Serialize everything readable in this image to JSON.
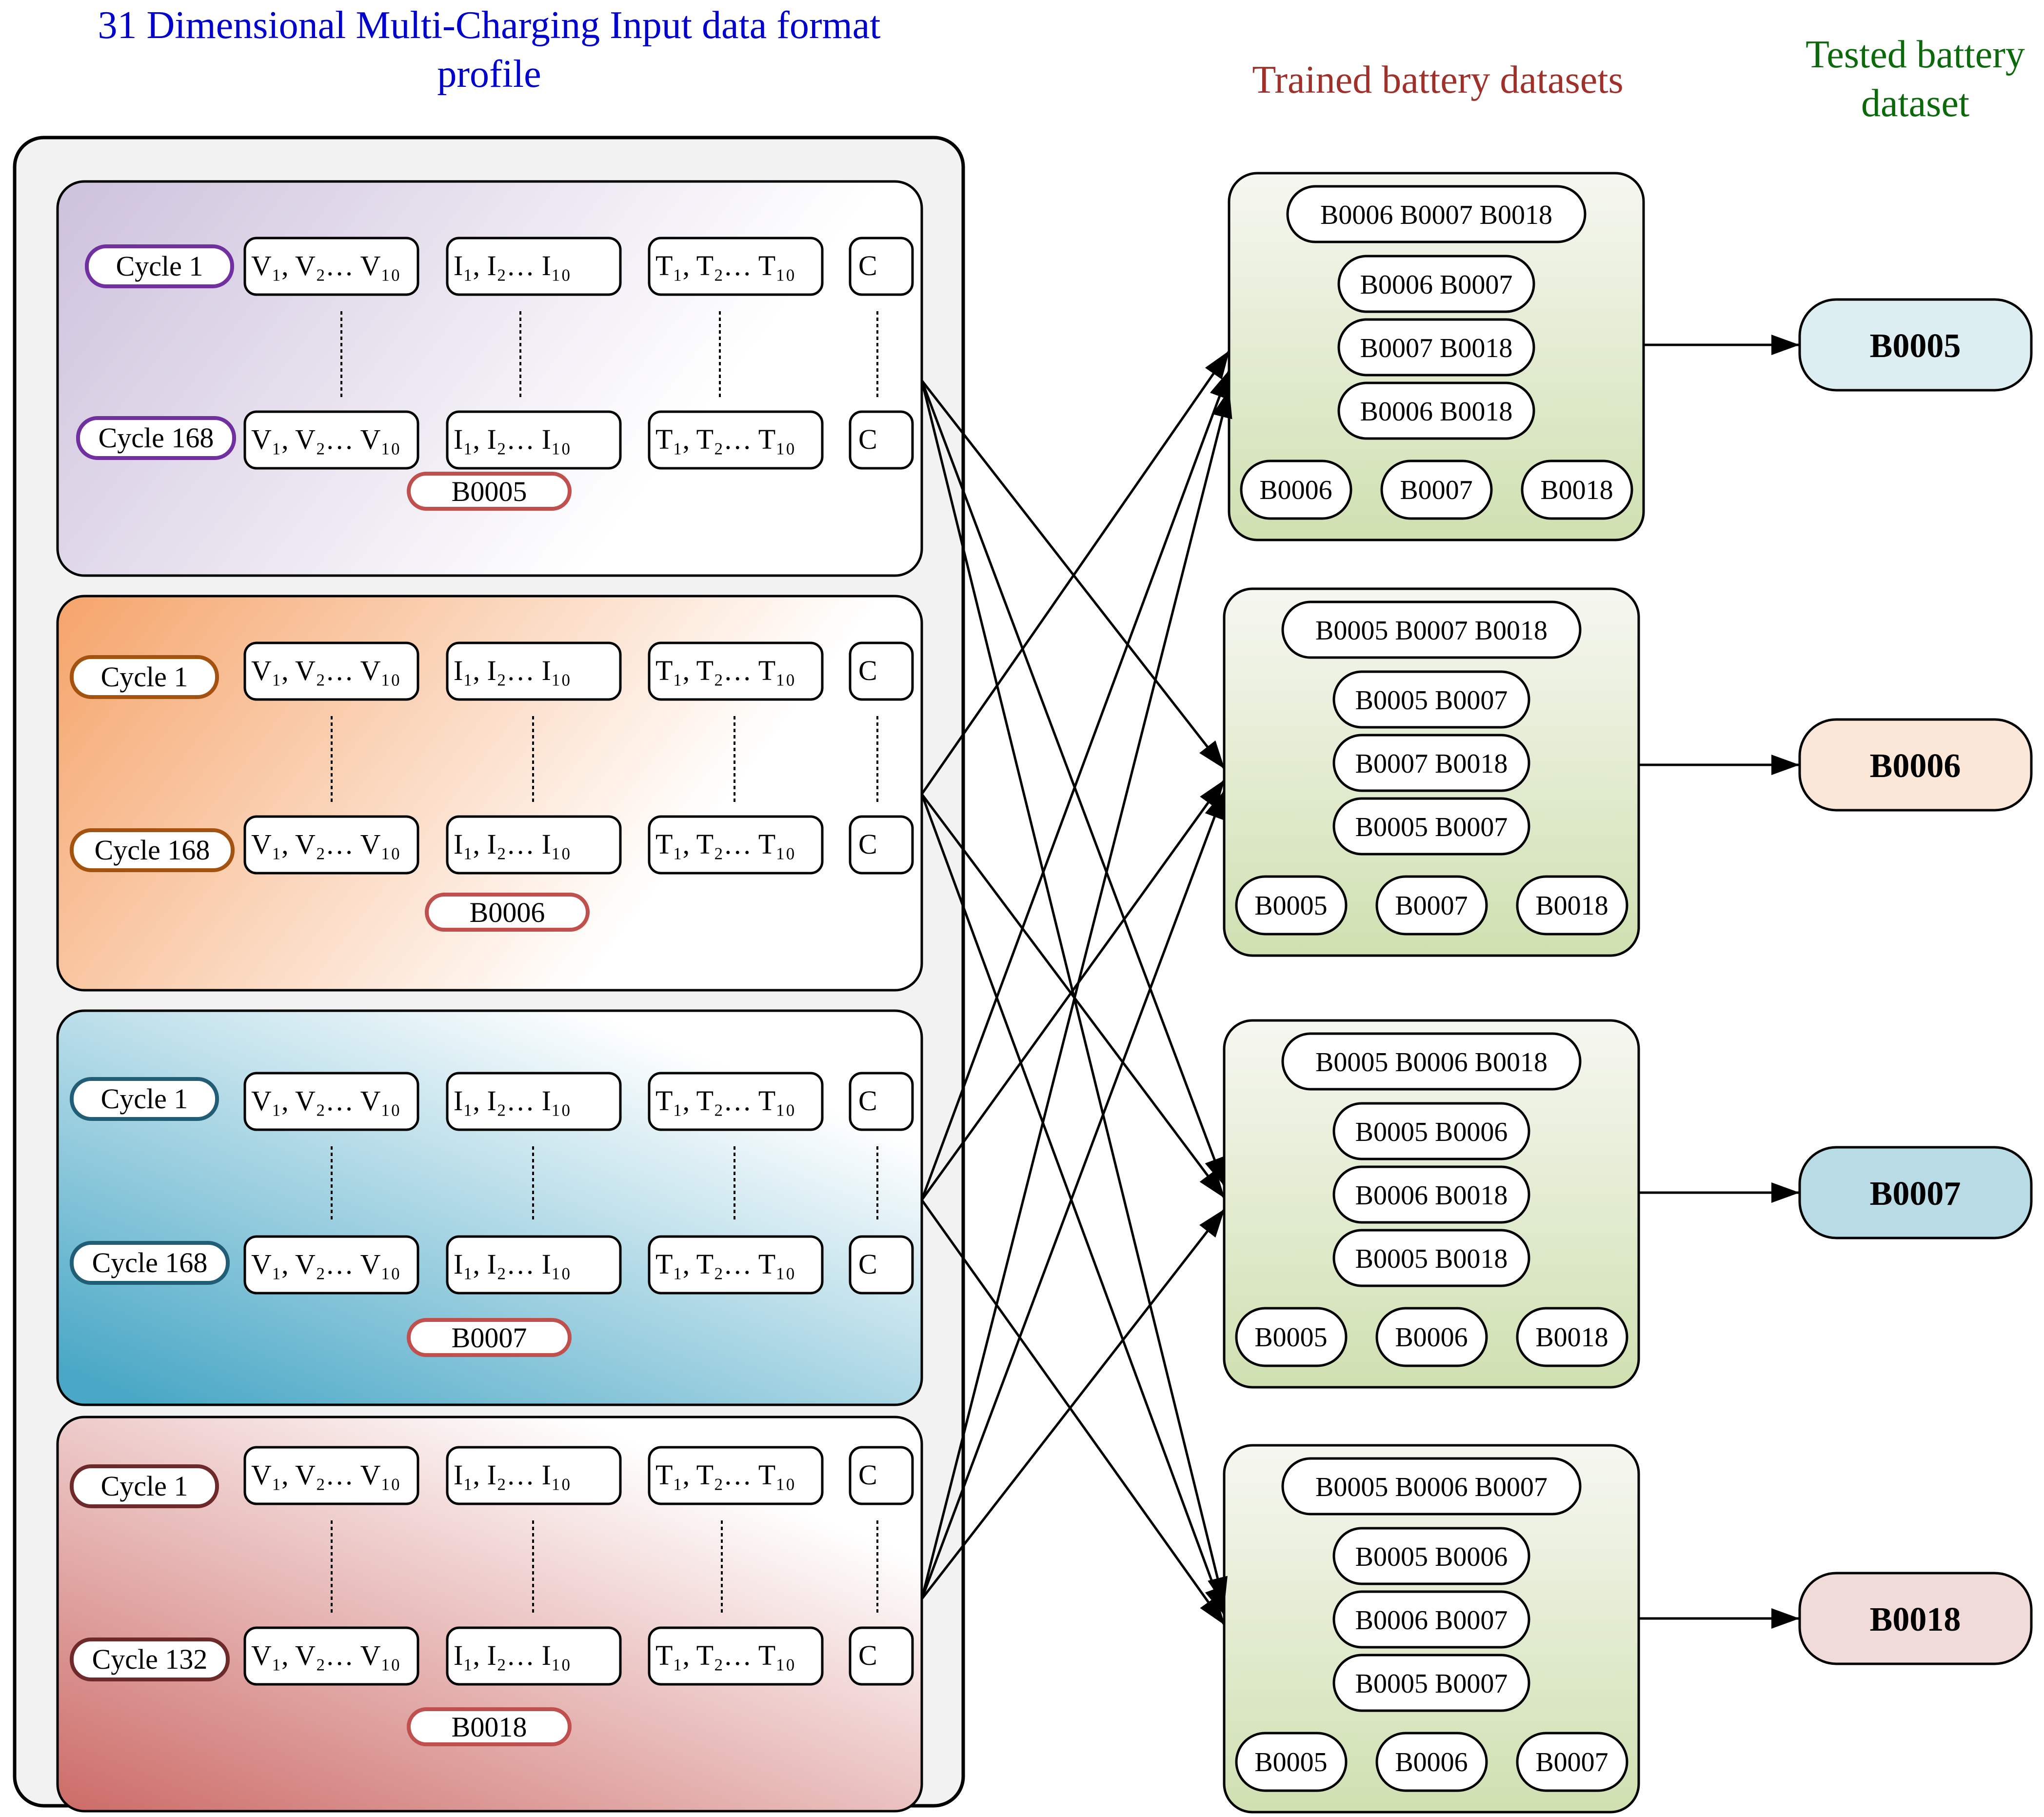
{
  "titles": {
    "input_profile": "31 Dimensional Multi-Charging Input data format profile",
    "input_profile_line1": "31 Dimensional Multi-Charging Input data format",
    "input_profile_line2": "profile",
    "trained": "Trained battery datasets",
    "tested_line1": "Tested battery",
    "tested_line2": "dataset"
  },
  "colors": {
    "input_title": "#0000cc",
    "trained_title": "#a0302a",
    "tested_title": "#0a6a0a",
    "outer_panel_fill": "#f2f2f2",
    "trained_panel_top": "#f6f7f1",
    "trained_panel_bottom": "#cfe0b0",
    "cycle_labels": [
      "#7030a0",
      "#a3520f",
      "#215e75",
      "#6e2a2a"
    ],
    "battery_tag_stroke": "#c0504d"
  },
  "symbols": {
    "voltage": "V₁, V₂… V₁₀",
    "current": "I₁, I₂… I₁₀",
    "temperature": "T₁, T₂… T₁₀",
    "capacity": "C"
  },
  "batteries": [
    {
      "name": "B0005",
      "first_cycle": "Cycle 1",
      "last_cycle": "Cycle 168"
    },
    {
      "name": "B0006",
      "first_cycle": "Cycle 1",
      "last_cycle": "Cycle 168"
    },
    {
      "name": "B0007",
      "first_cycle": "Cycle 1",
      "last_cycle": "Cycle 168"
    },
    {
      "name": "B0018",
      "first_cycle": "Cycle 1",
      "last_cycle": "Cycle 132"
    }
  ],
  "trained_sets": [
    {
      "triple": "B0006 B0007 B0018",
      "pairs": [
        "B0006 B0007",
        "B0007 B0018",
        "B0006 B0018"
      ],
      "singles": [
        "B0006",
        "B0007",
        "B0018"
      ]
    },
    {
      "triple": "B0005 B0007 B0018",
      "pairs": [
        "B0005 B0007",
        "B0007 B0018",
        "B0005 B0007"
      ],
      "singles": [
        "B0005",
        "B0007",
        "B0018"
      ]
    },
    {
      "triple": "B0005 B0006 B0018",
      "pairs": [
        "B0005 B0006",
        "B0006 B0018",
        "B0005 B0018"
      ],
      "singles": [
        "B0005",
        "B0006",
        "B0018"
      ]
    },
    {
      "triple": "B0005 B0006 B0007",
      "pairs": [
        "B0005 B0006",
        "B0006 B0007",
        "B0005 B0007"
      ],
      "singles": [
        "B0005",
        "B0006",
        "B0007"
      ]
    }
  ],
  "tested": [
    {
      "name": "B0005",
      "fill": "#ddeef2"
    },
    {
      "name": "B0006",
      "fill": "#fbe7d8"
    },
    {
      "name": "B0007",
      "fill": "#b9dbe6"
    },
    {
      "name": "B0018",
      "fill": "#f1dbd9"
    }
  ]
}
